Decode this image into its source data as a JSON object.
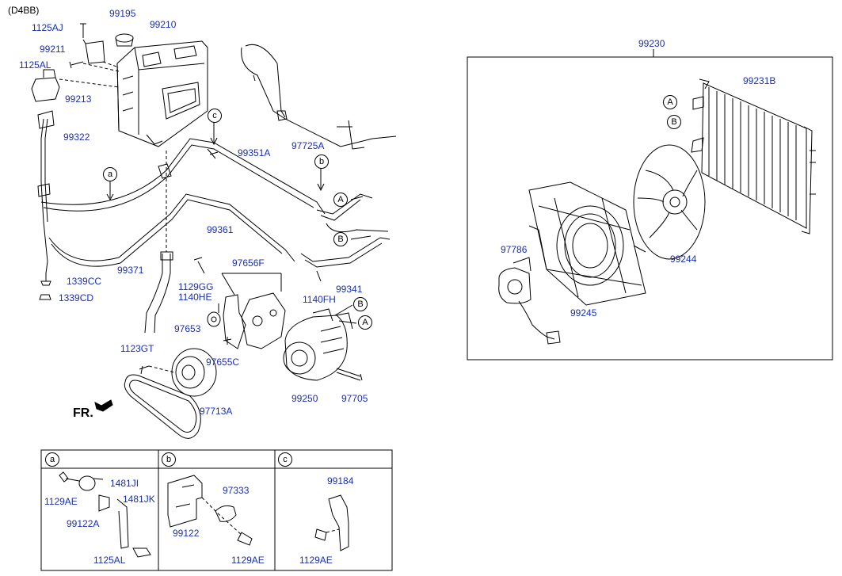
{
  "header": {
    "variant": "(D4BB)"
  },
  "colors": {
    "label": "#1a2fb8",
    "line": "#000000"
  },
  "direction": "FR.",
  "labels": {
    "p99195": "99195",
    "p99210": "99210",
    "p1125AJ": "1125AJ",
    "p99211": "99211",
    "p1125AL": "1125AL",
    "p99213": "99213",
    "p99322": "99322",
    "p97725A": "97725A",
    "p99351A": "99351A",
    "p99361": "99361",
    "p99371": "99371",
    "p1339CC": "1339CC",
    "p1339CD": "1339CD",
    "p97656F": "97656F",
    "p1129GG": "1129GG",
    "p1140HE": "1140HE",
    "p97653": "97653",
    "p1123GT": "1123GT",
    "p97655C": "97655C",
    "p99250": "99250",
    "p97705": "97705",
    "p97713A": "97713A",
    "p1140FH": "1140FH",
    "p99341": "99341",
    "p99230": "99230",
    "p99231B": "99231B",
    "p97786": "97786",
    "p99244": "99244",
    "p99245": "99245"
  },
  "refs": {
    "a": "a",
    "b": "b",
    "c": "c",
    "A": "A",
    "B": "B"
  },
  "detail": {
    "a": {
      "tag": "a",
      "l1": "1481JI",
      "l2": "1129AE",
      "l3": "1481JK",
      "l4": "99122A",
      "l5": "1125AL"
    },
    "b": {
      "tag": "b",
      "l1": "97333",
      "l2": "99122",
      "l3": "1129AE"
    },
    "c": {
      "tag": "c",
      "l1": "99184",
      "l2": "1129AE"
    }
  }
}
